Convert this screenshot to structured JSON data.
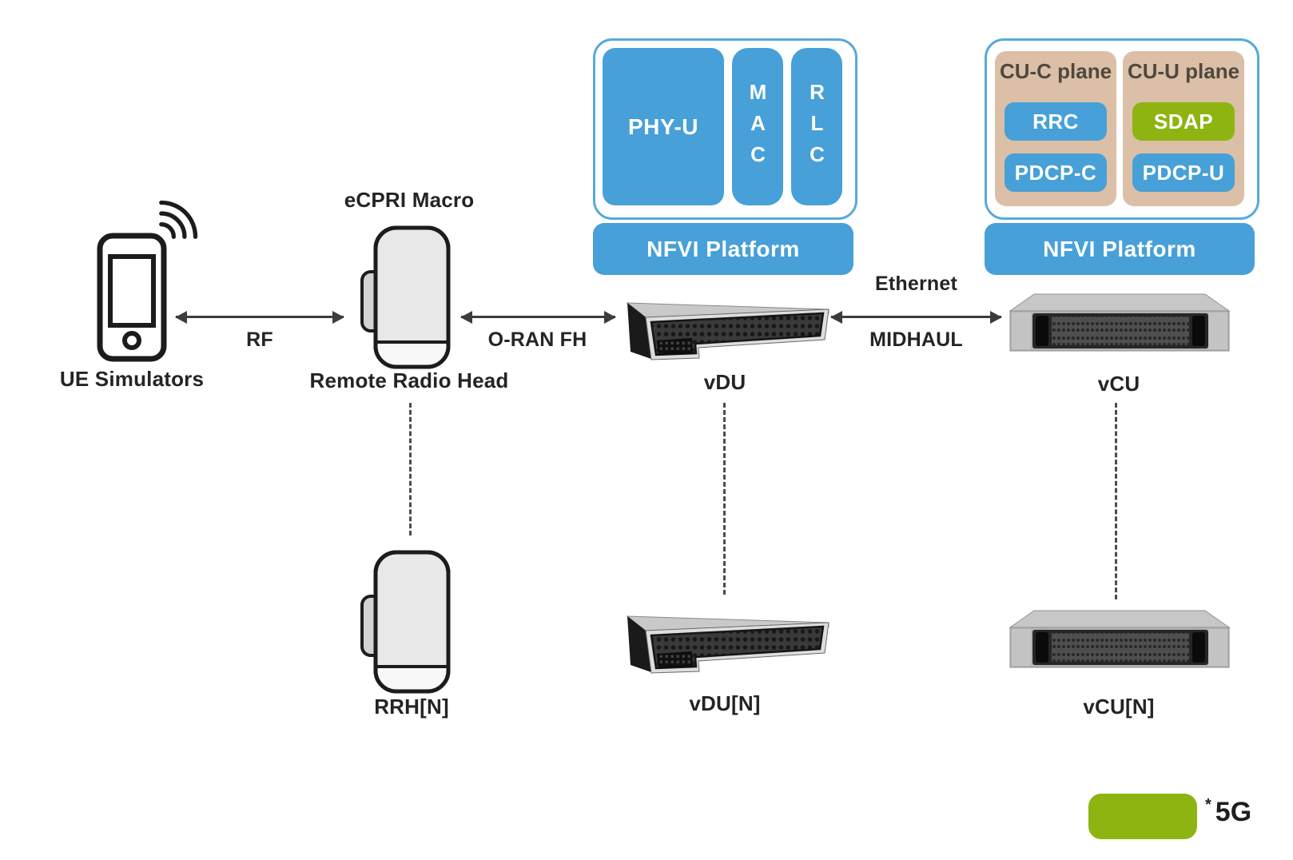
{
  "nodes": {
    "ue": {
      "label": "UE Simulators"
    },
    "rrh": {
      "caption_top": "eCPRI Macro",
      "label": "Remote Radio Head"
    },
    "vdu": {
      "label": "vDU",
      "stack": {
        "phy": "PHY-U",
        "mac": "MAC",
        "rlc": "RLC",
        "platform": "NFVI Platform"
      }
    },
    "vcu": {
      "label": "vCU",
      "stack": {
        "cu_c": {
          "title": "CU-C plane",
          "items": [
            "RRC",
            "PDCP-C"
          ]
        },
        "cu_u": {
          "title": "CU-U plane",
          "items": [
            "SDAP",
            "PDCP-U"
          ]
        },
        "platform": "NFVI Platform"
      }
    },
    "rrh_n": {
      "label": "RRH[N]"
    },
    "vdu_n": {
      "label": "vDU[N]"
    },
    "vcu_n": {
      "label": "vCU[N]"
    }
  },
  "links": {
    "rf": {
      "label": "RF"
    },
    "fronthaul": {
      "label": "O-RAN FH"
    },
    "midhaul": {
      "label_top": "Ethernet",
      "label_bottom": "MIDHAUL"
    }
  },
  "legend": {
    "star": "*",
    "label": "5G"
  },
  "colors": {
    "blue": "#47a0d8",
    "box_border_blue": "#58a9db",
    "tan": "#dbbfa6",
    "green": "#8db411",
    "arrow": "#3c3c3c"
  }
}
